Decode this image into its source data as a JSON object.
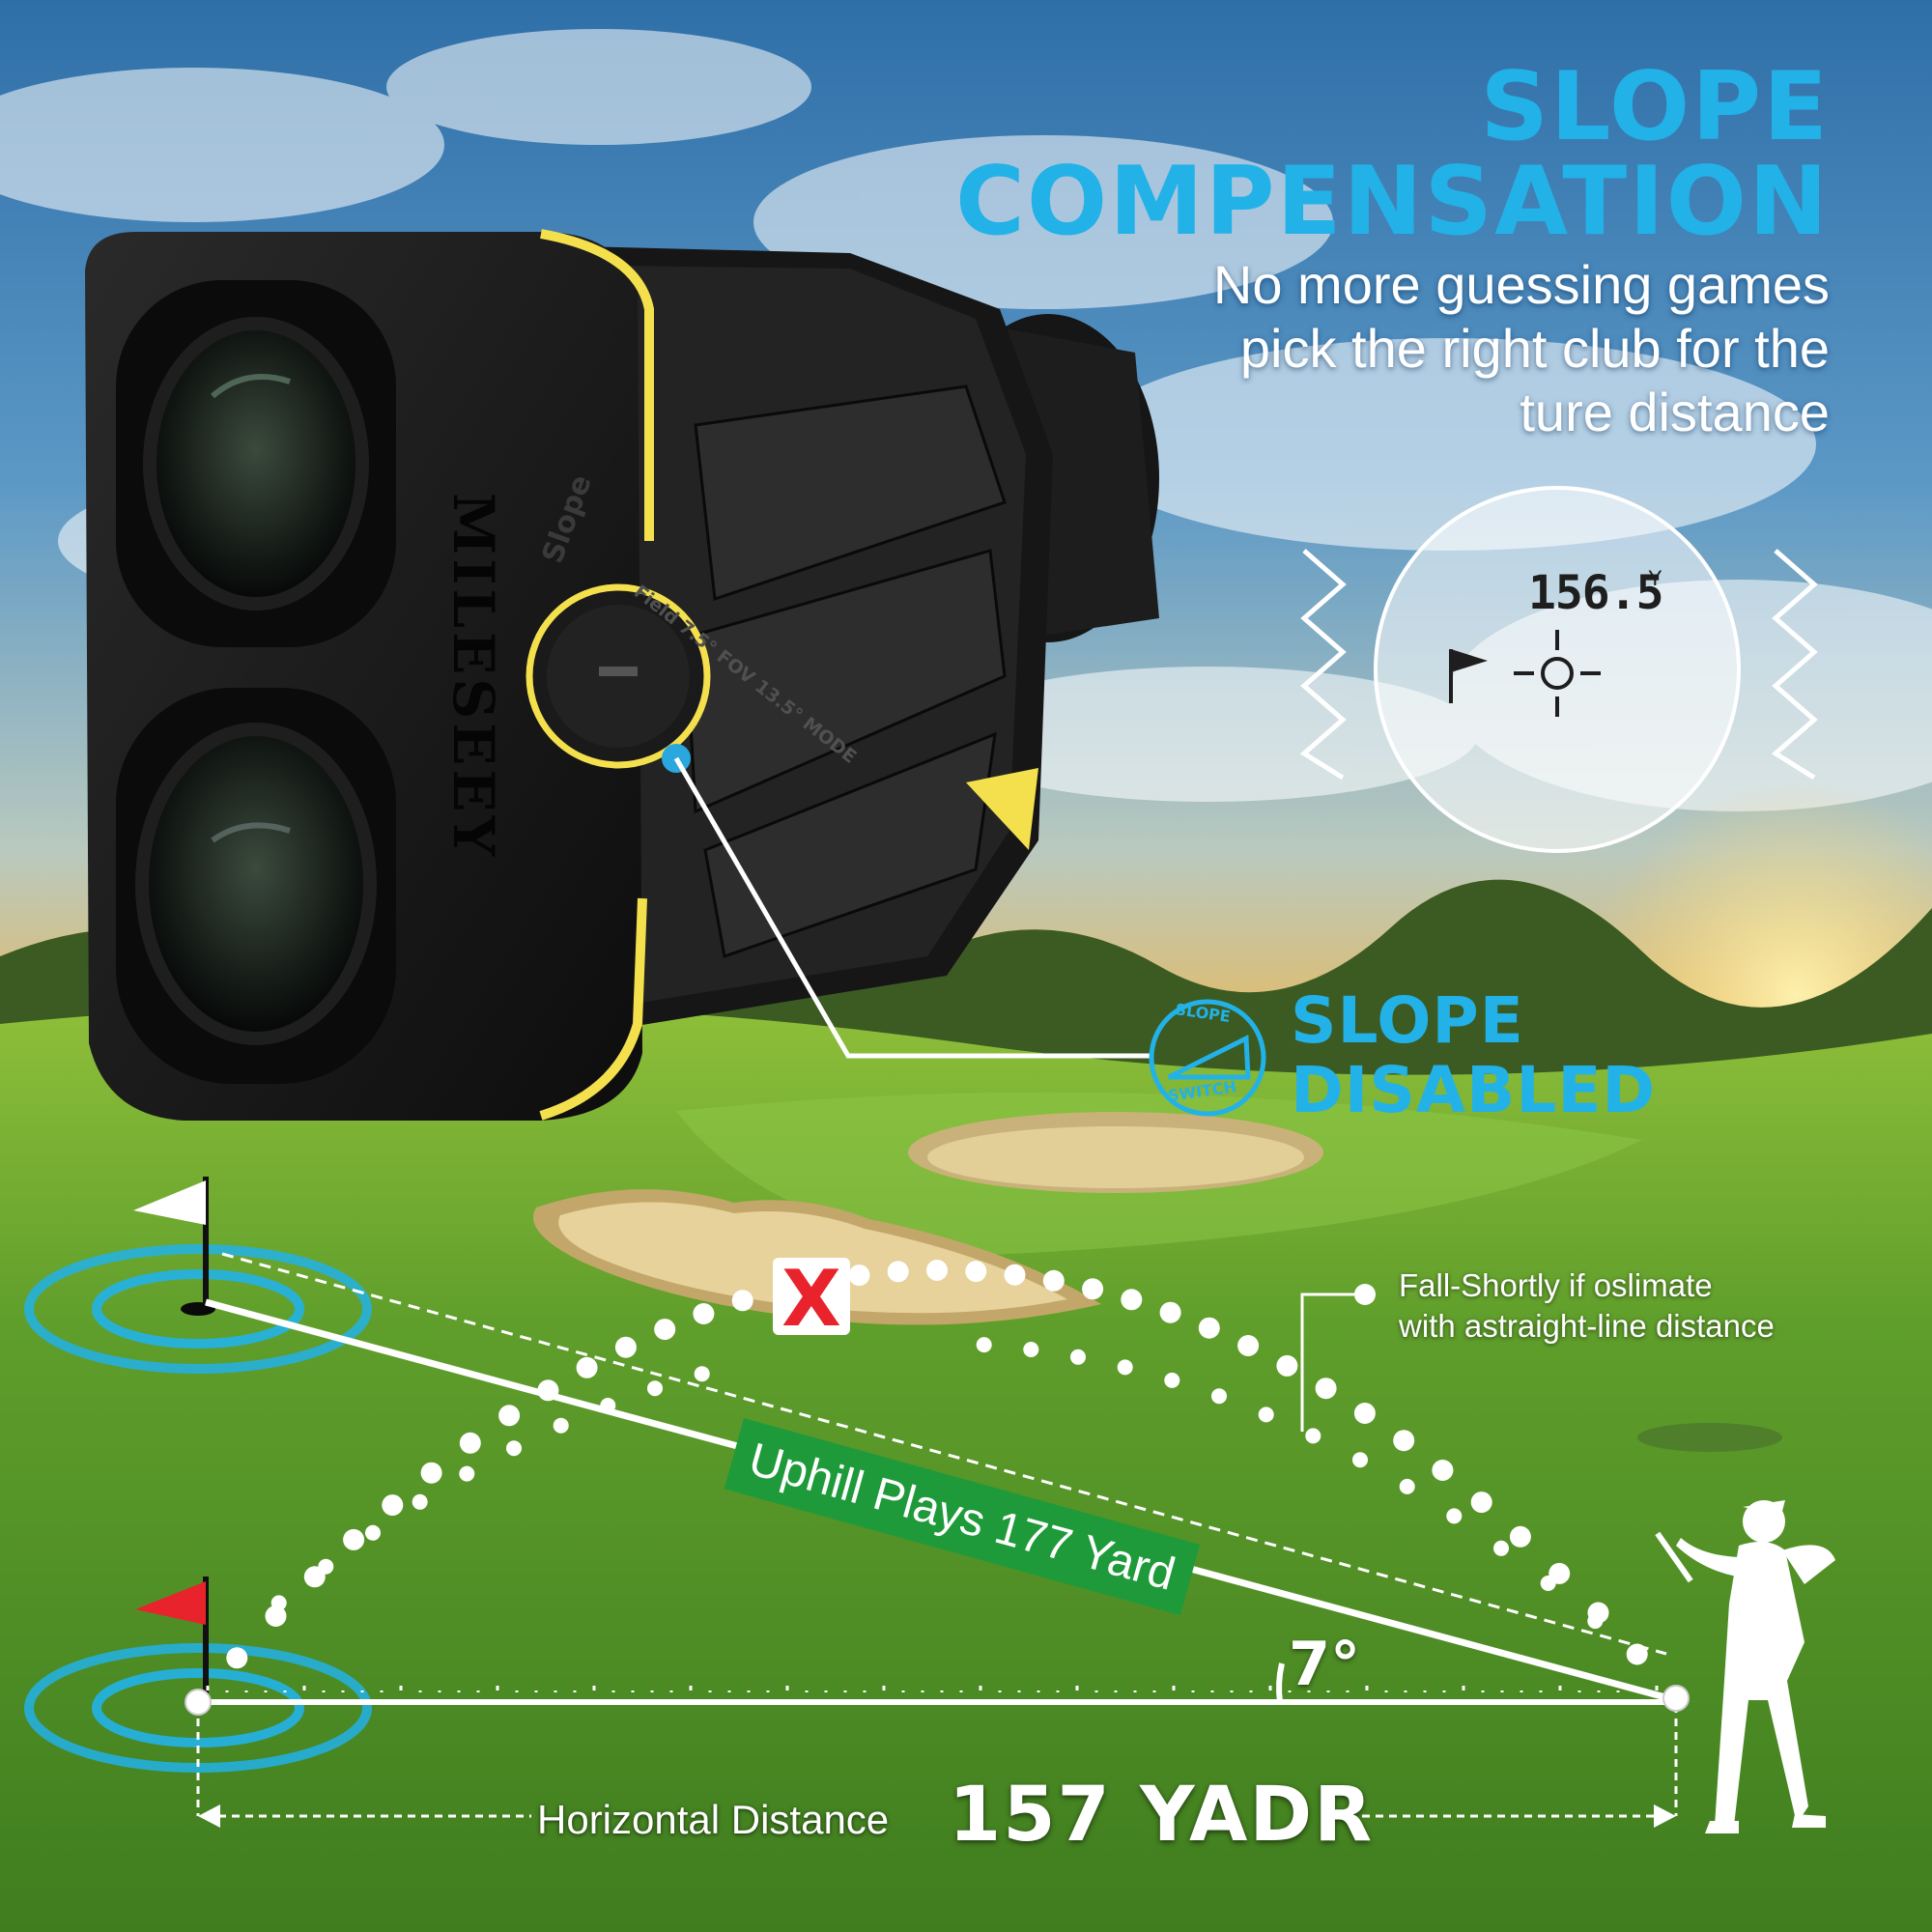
{
  "colors": {
    "accent": "#22b2e8",
    "device_yellow": "#f4e04d",
    "badge_green": "#1f9a3a",
    "marker_red": "#e8232b"
  },
  "headline": {
    "line1": "SLOPE",
    "line2": "COMPENSATION"
  },
  "subheadline": {
    "line1": "No more guessing games",
    "line2": "pick the right club for the",
    "line3": "ture distance"
  },
  "device": {
    "brand": "MILESEEY",
    "switch_label": "Slope",
    "dial_text": "Field 7.5° FOV 13.5° MODE"
  },
  "display": {
    "distance": "156.5",
    "unit": "Y",
    "icons": [
      "flag-icon",
      "crosshair-icon"
    ]
  },
  "slope_switch": {
    "badge_top": "SLOPE",
    "badge_bottom": "SWITCH",
    "status_line1": "SLOPE",
    "status_line2": "DISABLED"
  },
  "annotation": {
    "line1": "Fall-Shortly if oslimate",
    "line2": "with astraight-line distance"
  },
  "uphill_label": "Uphill Plays 177 Yard",
  "angle_label": "7°",
  "horizontal": {
    "label": "Horizontal Distance",
    "value": "157 YADR"
  },
  "markers": {
    "missed_shot": "X"
  }
}
